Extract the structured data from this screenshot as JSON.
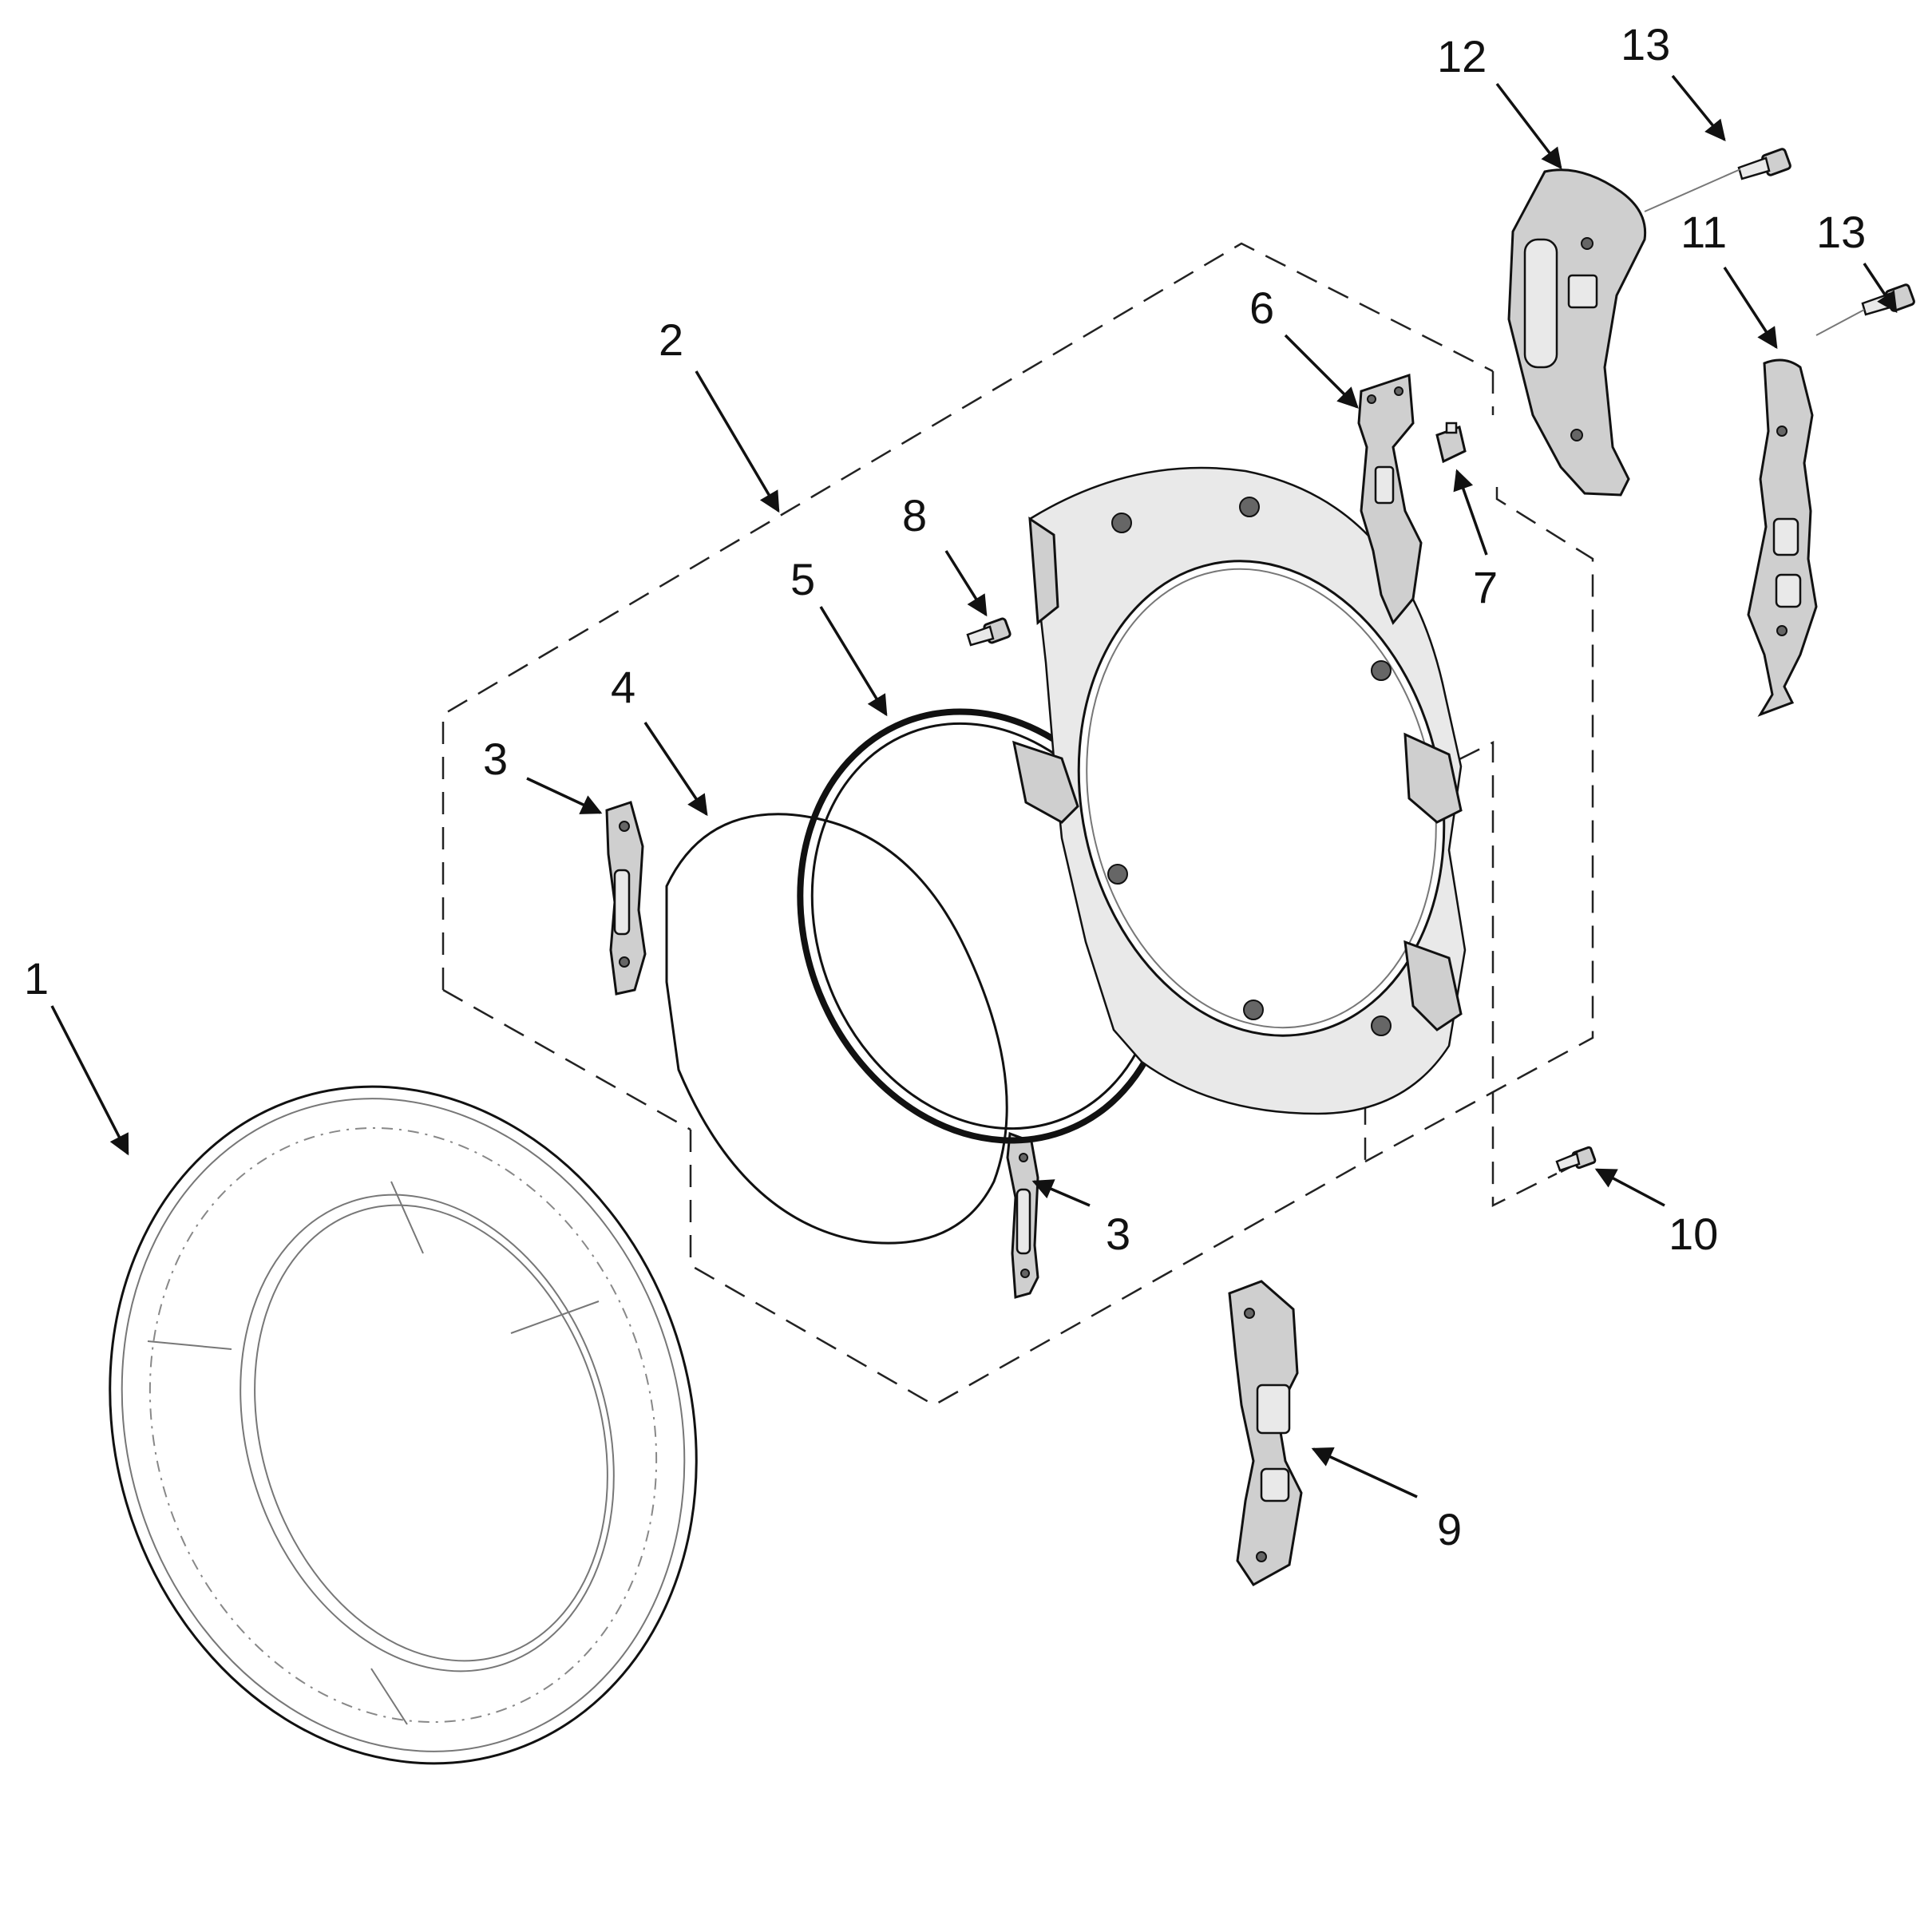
{
  "labels": {
    "p1": "1",
    "p2": "2",
    "p3a": "3",
    "p3b": "3",
    "p4": "4",
    "p5": "5",
    "p6": "6",
    "p7": "7",
    "p8": "8",
    "p9": "9",
    "p10": "10",
    "p11": "11",
    "p12": "12",
    "p13a": "13",
    "p13b": "13"
  }
}
